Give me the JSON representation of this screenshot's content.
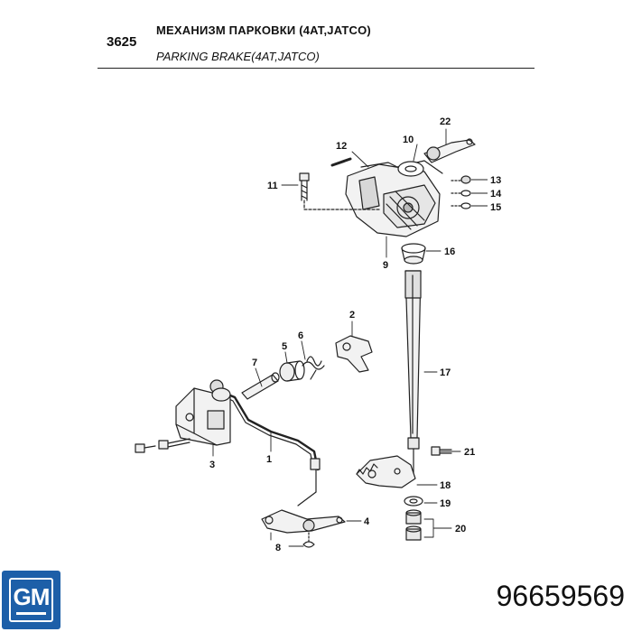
{
  "header": {
    "code": "3625",
    "title_ru": "МЕХАНИЗМ ПАРКОВКИ (4AT,JATCO)",
    "title_en": "PARKING BRAKE(4AT,JATCO)"
  },
  "callouts": [
    "1",
    "2",
    "3",
    "4",
    "5",
    "6",
    "7",
    "8",
    "9",
    "10",
    "11",
    "12",
    "13",
    "14",
    "15",
    "16",
    "17",
    "18",
    "19",
    "20",
    "21",
    "22"
  ],
  "brand": {
    "name": "GM",
    "color": "#1d5fa8"
  },
  "part_number": "96659569"
}
